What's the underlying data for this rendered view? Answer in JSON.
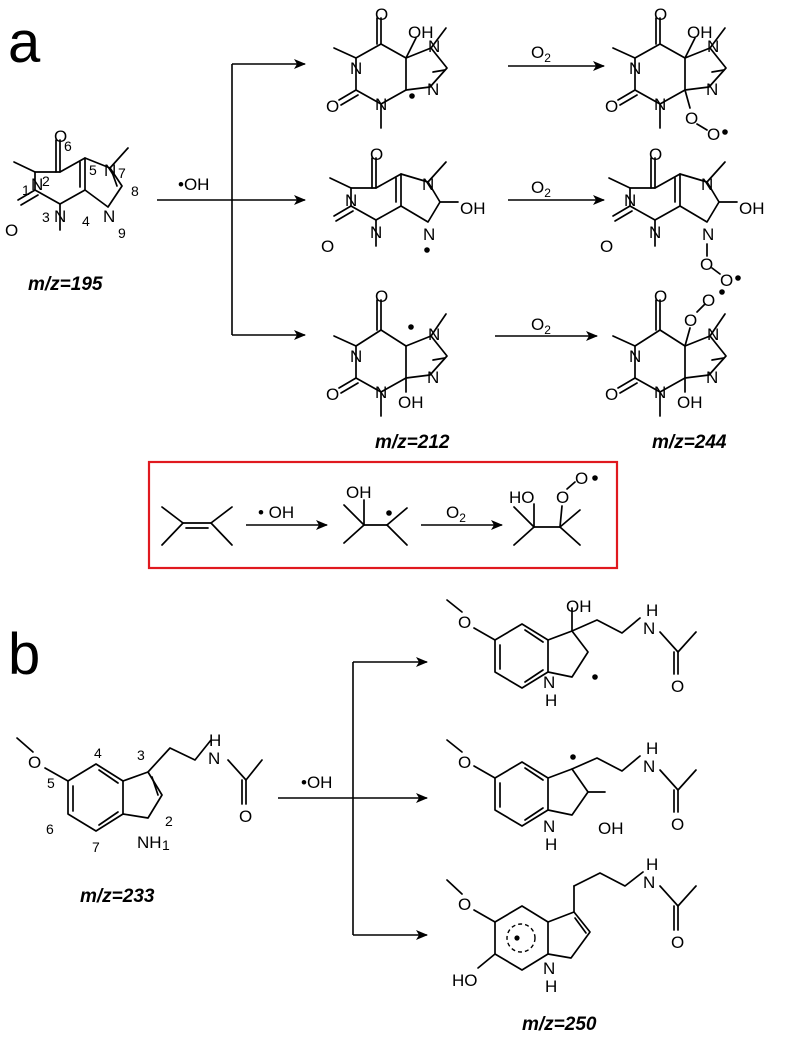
{
  "panel_a": {
    "label": "a",
    "reagent": "•OH",
    "o2": "O",
    "o2_sub": "2",
    "mz_start": "m/z=195",
    "mz_mid": "m/z=212",
    "mz_end": "m/z=244",
    "atoms": {
      "o": "O",
      "n": "N",
      "oh": "OH",
      "ho": "HO"
    },
    "numbering": [
      "1",
      "2",
      "3",
      "4",
      "5",
      "6",
      "7",
      "8",
      "9"
    ]
  },
  "inset": {
    "reagent": "• OH",
    "o2": "O",
    "o2_sub": "2",
    "border_color": "#e0191f"
  },
  "panel_b": {
    "label": "b",
    "reagent": "•OH",
    "mz_start": "m/z=233",
    "mz_end": "m/z=250",
    "atoms": {
      "o": "O",
      "nh": "NH",
      "n": "N",
      "h": "H",
      "oh": "OH",
      "ho": "HO"
    },
    "numbering": [
      "1",
      "2",
      "3",
      "4",
      "5",
      "6",
      "7"
    ]
  }
}
